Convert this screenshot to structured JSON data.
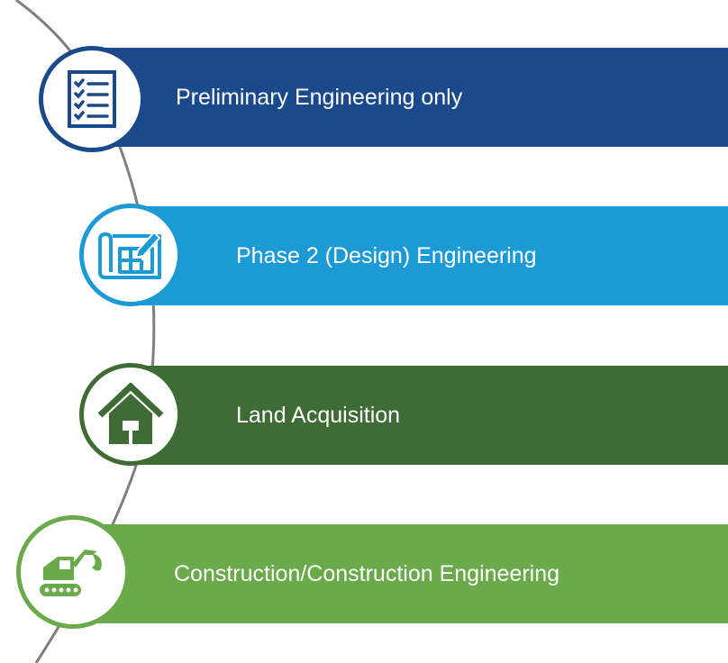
{
  "steps": [
    {
      "label": "Preliminary Engineering only",
      "color": "#1a4a8c",
      "icon": "checklist-icon"
    },
    {
      "label": "Phase 2 (Design) Engineering",
      "color": "#1c9ad6",
      "icon": "blueprint-icon"
    },
    {
      "label": "Land Acquisition",
      "color": "#3f6b35",
      "icon": "house-icon"
    },
    {
      "label": "Construction/Construction Engineering",
      "color": "#6aaa4a",
      "icon": "excavator-icon"
    }
  ]
}
